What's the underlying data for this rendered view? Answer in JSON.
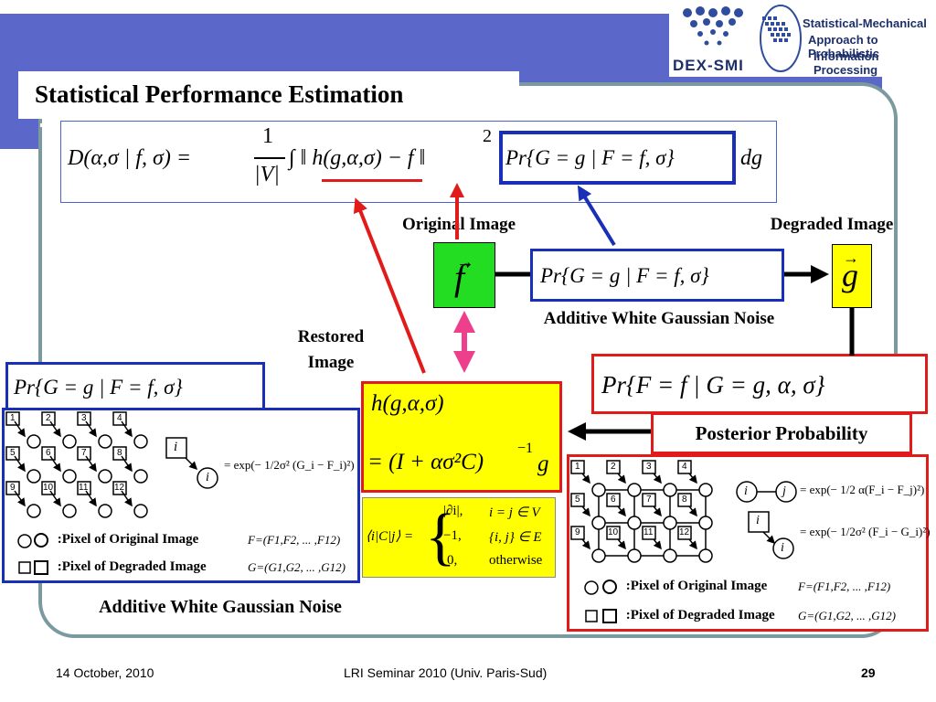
{
  "slide": {
    "title": "Statistical Performance Estimation",
    "footer_date": "14 October, 2010",
    "footer_center": "LRI Seminar 2010 (Univ. Paris-Sud)",
    "page_number": "29"
  },
  "logo": {
    "name": "DEX-SMI",
    "line1": "Statistical-Mechanical",
    "line2": "Approach to Probabilistic",
    "line3": "Information Processing"
  },
  "equation_top": {
    "lhs": "D(α,σ | f, σ) =",
    "frac_num": "1",
    "frac_den": "|V|",
    "integrand": "∫ ‖ h(g,α,σ) − f ‖",
    "exponent": "2",
    "prob": "Pr{G = g | F = f, σ}",
    "dg": "dg"
  },
  "labels": {
    "original_image": "Original Image",
    "degraded_image": "Degraded Image",
    "awgn_center": "Additive White Gaussian Noise",
    "restored_image": "Restored Image",
    "posterior": "Posterior Probability",
    "awgn_bottom": "Additive White Gaussian Noise"
  },
  "symbols": {
    "f_vec": "f",
    "g_vec": "g",
    "pr_center": "Pr{G = g | F = f, σ}",
    "pr_left": "Pr{G = g | F = f, σ}",
    "pr_posterior": "Pr{F = f | G = g, α, σ}",
    "restored_line1": "h(g,α,σ)",
    "restored_line2": "= (I + ασ²C)",
    "restored_exp": "−1",
    "restored_g": "g"
  },
  "matrix": {
    "lhs": "⟨i|C|j⟩ =",
    "cases": [
      {
        "value": "|∂i|,",
        "cond": "i = j ∈ V"
      },
      {
        "value": "−1,",
        "cond": "{i, j} ∈ E"
      },
      {
        "value": "0,",
        "cond": "otherwise"
      }
    ]
  },
  "left_panel": {
    "node_labels": [
      "1",
      "2",
      "3",
      "4",
      "5",
      "6",
      "7",
      "8",
      "9",
      "10",
      "11",
      "12"
    ],
    "legend_key_square": "i",
    "legend_key_circle": "i",
    "formula": "= exp(− 1/2σ² (G_i − F_i)²)",
    "legend_original": ":Pixel of Original Image",
    "legend_degraded": ":Pixel of Degraded Image",
    "F_def": "F=(F1,F2, ... ,F12)",
    "G_def": "G=(G1,G2, ... ,G12)"
  },
  "right_panel": {
    "node_labels": [
      "1",
      "2",
      "3",
      "4",
      "5",
      "6",
      "7",
      "8",
      "9",
      "10",
      "11",
      "12"
    ],
    "pair_i": "i",
    "pair_j": "j",
    "formula_pair": "= exp(− 1/2 α(F_i − F_j)²)",
    "key_square": "i",
    "key_circle": "i",
    "formula_noise": "= exp(− 1/2σ² (F_i − G_i)²)",
    "legend_original": ":Pixel of Original Image",
    "legend_degraded": ":Pixel of Degraded Image",
    "F_def": "F=(F1,F2, ... ,F12)",
    "G_def": "G=(G1,G2, ... ,G12)"
  },
  "colors": {
    "band": "#5b67c9",
    "frame": "#7b9a9f",
    "blue": "#1a2fb8",
    "red": "#e11a1a",
    "green": "#22dd22",
    "yellow": "#ffff00",
    "pink": "#ee3f8d"
  }
}
